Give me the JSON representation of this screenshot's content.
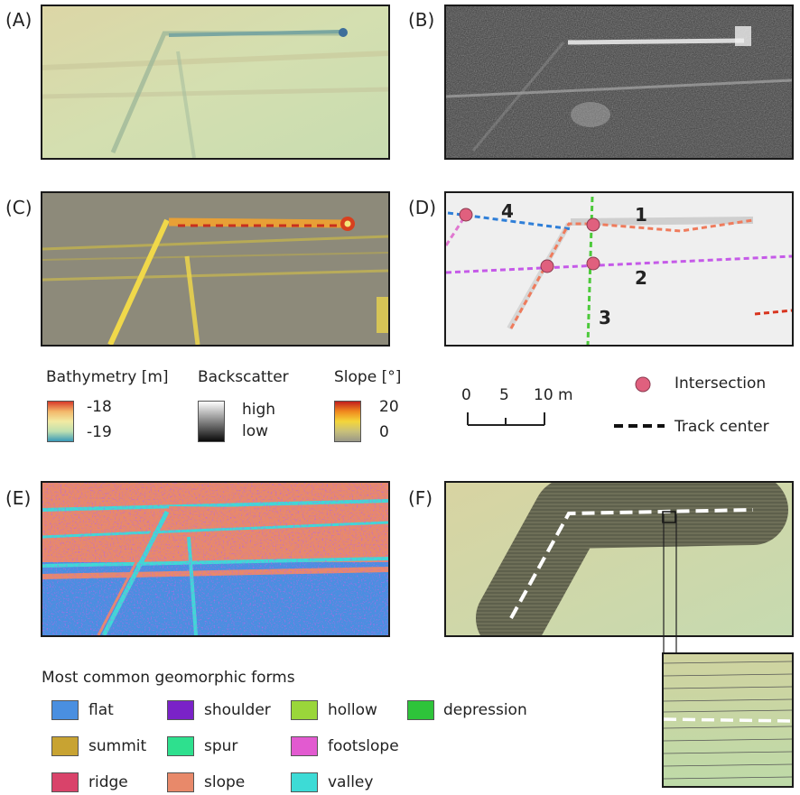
{
  "panels": {
    "a": "(A)",
    "b": "(B)",
    "c": "(C)",
    "d": "(D)",
    "e": "(E)",
    "f": "(F)"
  },
  "tracks": [
    "1",
    "2",
    "3",
    "4"
  ],
  "legends": {
    "bathymetry": {
      "title": "Bathymetry [m]",
      "high": "-18",
      "low": "-19"
    },
    "backscatter": {
      "title": "Backscatter",
      "high": "high",
      "low": "low"
    },
    "slope": {
      "title": "Slope [°]",
      "high": "20",
      "low": "0"
    }
  },
  "scalebar": {
    "t0": "0",
    "t1": "5",
    "t2": "10 m"
  },
  "symbols": {
    "intersection": "Intersection",
    "track_center": "Track center"
  },
  "geomorphic": {
    "title": "Most common geomorphic forms",
    "items": [
      {
        "label": "flat",
        "color": "#4a8fe0"
      },
      {
        "label": "shoulder",
        "color": "#7a22c8"
      },
      {
        "label": "hollow",
        "color": "#9ad63a"
      },
      {
        "label": "depression",
        "color": "#2ec43a"
      },
      {
        "label": "summit",
        "color": "#c8a332"
      },
      {
        "label": "spur",
        "color": "#2ee08e"
      },
      {
        "label": "footslope",
        "color": "#e25ad0"
      },
      {
        "label": "ridge",
        "color": "#d9436a"
      },
      {
        "label": "slope",
        "color": "#e8896a"
      },
      {
        "label": "valley",
        "color": "#3ddbd6"
      }
    ]
  },
  "colors": {
    "track1": "#ef7b5c",
    "track2": "#c55ae8",
    "track3": "#4cc93a",
    "track4": "#2f7fd8",
    "intersection": "#e0607e"
  }
}
